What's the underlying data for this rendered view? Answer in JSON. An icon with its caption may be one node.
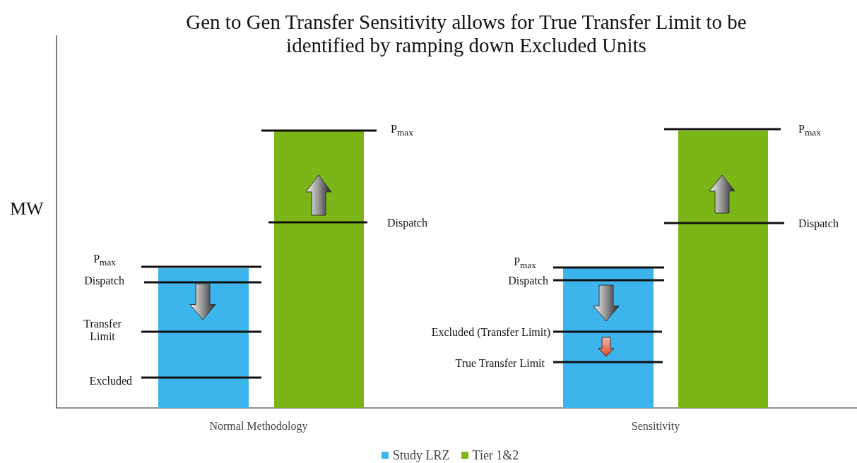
{
  "diagram": {
    "title": "Gen to Gen Transfer Sensitivity allows for True Transfer Limit to be identified by ramping down Excluded Units",
    "labels": [
      "MW",
      "P$_{max}$",
      "Dispatch",
      "P$_{max}$",
      "Dispatch",
      "Transfer Limit",
      "Excluded",
      "P$_{max}$",
      "Dispatch",
      "P$_{max}$",
      "Dispatch",
      "Excluded (Transfer Limit)",
      "True Transfer Limit",
      "Normal Methodology",
      "Sensitivity"
    ],
    "legend": [
      {
        "text": "Study LRZ",
        "color": "#3db4ec"
      },
      {
        "text": "Tier 1&2",
        "color": "#7cb518"
      }
    ]
  }
}
